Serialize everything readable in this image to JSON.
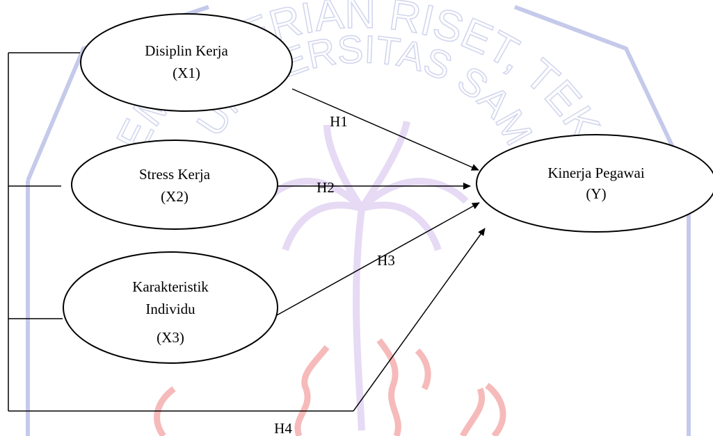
{
  "nodes": {
    "x1": {
      "line1": "Disiplin Kerja",
      "line2": "(X1)"
    },
    "x2": {
      "line1": "Stress Kerja",
      "line2": "(X2)"
    },
    "x3": {
      "line1": "Karakteristik",
      "line2": "Individu",
      "line3": "(X3)"
    },
    "y": {
      "line1": "Kinerja Pegawai",
      "line2": "(Y)"
    }
  },
  "hypotheses": {
    "h1": "H1",
    "h2": "H2",
    "h3": "H3",
    "h4": "H4"
  },
  "watermark": {
    "text_top": "KEMENTERIAN RISET, TEKNOLOGI DAN PENDIDIKAN TINGGI",
    "text_mid": "UNIVERSITAS SAM RATULANGI",
    "colors": {
      "outline": "#9aa3d8",
      "tree": "#d9c6ef",
      "flame": "#f08a8a"
    }
  },
  "colors": {
    "line": "#000000",
    "background": "#ffffff"
  }
}
